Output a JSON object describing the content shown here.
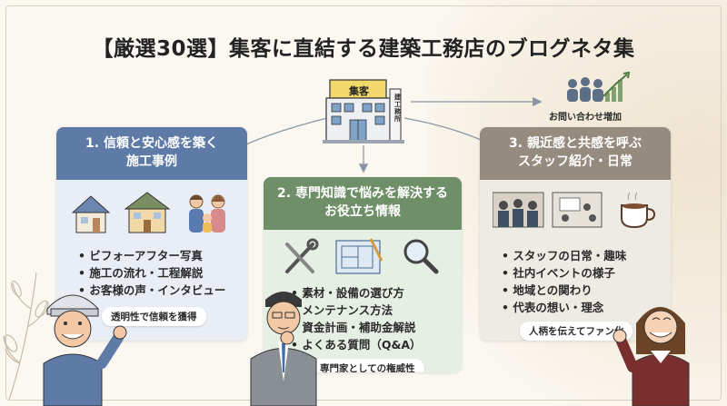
{
  "title": "【厳選30選】集客に直結する建築工務店のブログネタ集",
  "center": {
    "sign": "集客",
    "side_sign": "建工務所"
  },
  "inquiry": {
    "label": "お問い合わせ増加"
  },
  "panels": [
    {
      "heading_line1": "1. 信頼と安心感を築く",
      "heading_line2": "施工事例",
      "items": [
        "ビフォーアフター写真",
        "施工の流れ・工程解説",
        "お客様の声・インタビュー"
      ],
      "badge": "透明性で信頼を獲得"
    },
    {
      "heading_line1": "2. 専門知識で悩みを解決する",
      "heading_line2": "お役立ち情報",
      "items": [
        "素材・設備の選び方",
        "メンテナンス方法",
        "資金計画・補助金解説",
        "よくある質問（Q&A）"
      ],
      "badge": "専門家としての権威性"
    },
    {
      "heading_line1": "3. 親近感と共感を呼ぶ",
      "heading_line2": "スタッフ紹介・日常",
      "items": [
        "スタッフの日常・趣味",
        "社内イベントの様子",
        "地域との関わり",
        "代表の想い・理念"
      ],
      "badge": "人柄を伝えてファン化"
    }
  ],
  "colors": {
    "panel1_head": "#5e7aa6",
    "panel2_head": "#6f8f68",
    "panel3_head": "#968b7f",
    "background": "#fbf8f2"
  },
  "icons": {
    "center": "office-building-icon",
    "inquiry": "people-growth-chart-icon",
    "panel1": [
      "house-icon",
      "two-story-house-icon",
      "family-icon"
    ],
    "panel2": [
      "tools-icon",
      "blueprint-icon",
      "magnifier-icon"
    ],
    "panel3": [
      "staff-group-photo-icon",
      "meeting-photo-icon",
      "coffee-cup-icon"
    ]
  }
}
